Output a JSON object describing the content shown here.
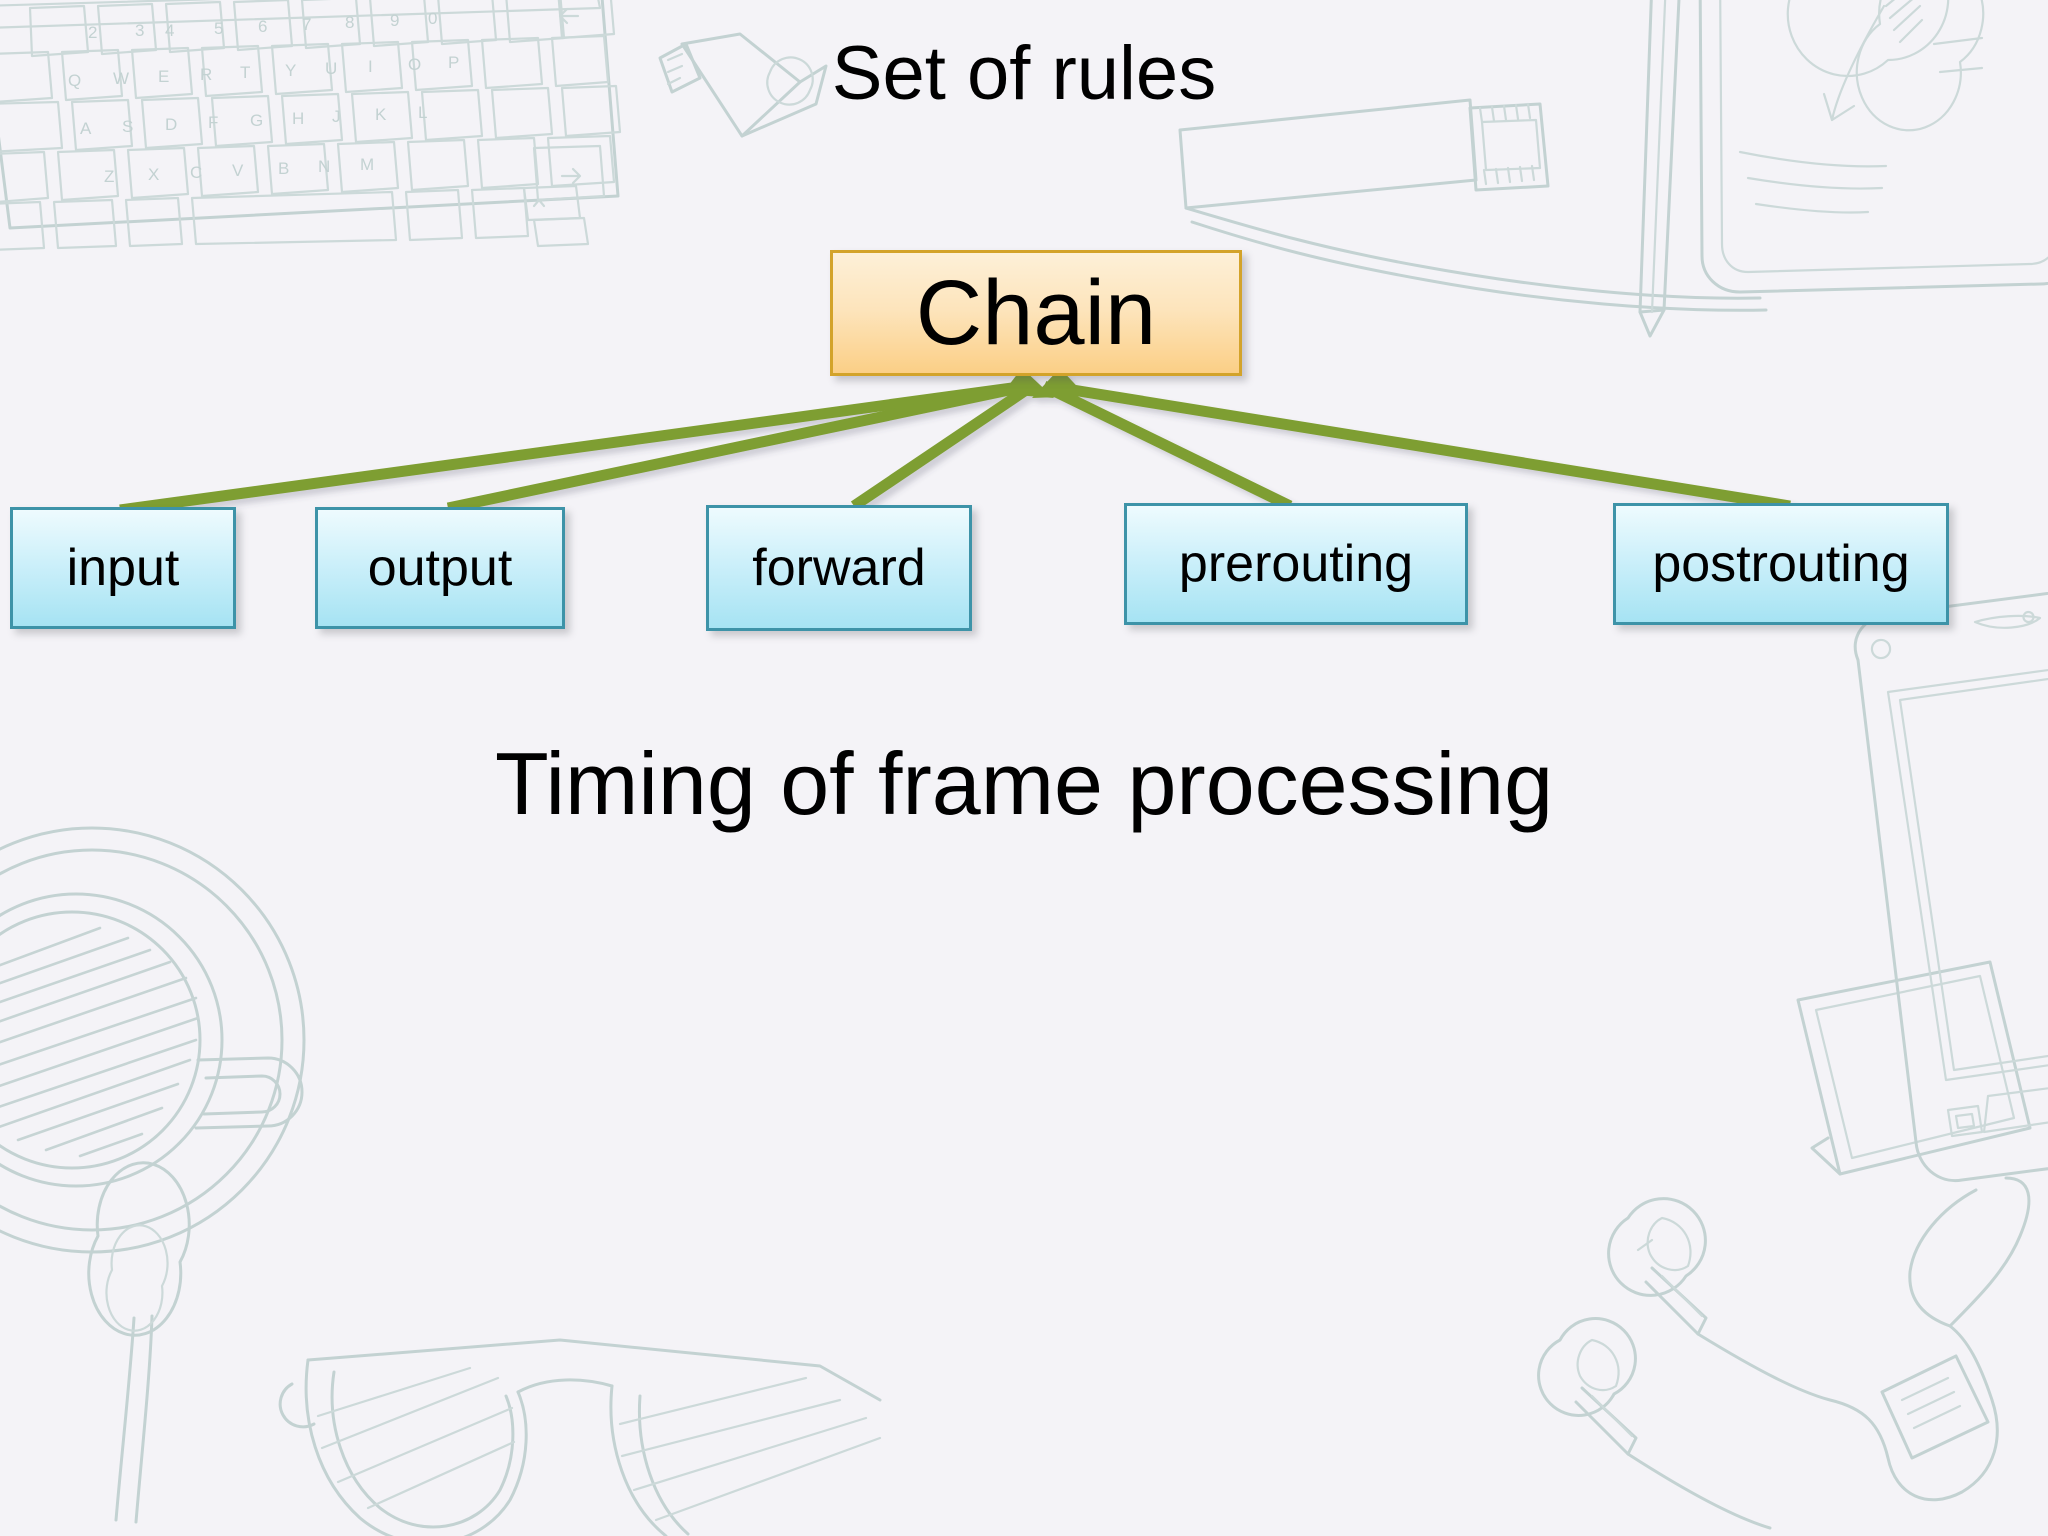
{
  "slide": {
    "background_color": "#f4f3f7",
    "title": "Set of rules",
    "caption": "Timing of frame processing"
  },
  "diagram": {
    "type": "hub-and-spoke",
    "center_node": {
      "label": "Chain",
      "fill_top": "#fdf0d8",
      "fill_bottom": "#fbcf86",
      "border_color": "#d3a32a"
    },
    "connector_color": "#7e9e31",
    "leaf_border_color": "#3d93a8",
    "leaf_fill_top": "#eefbfe",
    "leaf_fill_bottom": "#a6e3f3",
    "leaf_nodes": [
      {
        "label": "input"
      },
      {
        "label": "output"
      },
      {
        "label": "forward"
      },
      {
        "label": "prerouting"
      },
      {
        "label": "postrouting"
      }
    ]
  },
  "decorations": {
    "keyboard_keys_row_number": [
      "2",
      "3",
      "4",
      "5",
      "6",
      "7",
      "8",
      "9",
      "0"
    ],
    "keyboard_keys_row_top": [
      "Q",
      "W",
      "E",
      "R",
      "T",
      "Y",
      "U",
      "I",
      "O",
      "P"
    ],
    "keyboard_keys_row_home": [
      "A",
      "S",
      "D",
      "F",
      "G",
      "H",
      "J",
      "K",
      "L"
    ],
    "keyboard_keys_row_bottom": [
      "Z",
      "X",
      "C",
      "V",
      "B",
      "N",
      "M"
    ],
    "items": [
      "keyboard-sketch",
      "usb-stick-sketch",
      "usb-cable-sketch",
      "pencil-sketch",
      "notepad-sketch",
      "coffee-cup-sketch",
      "spoon-sketch",
      "sunglasses-sketch",
      "smartphone-sketch",
      "sticky-note-sketch",
      "earbuds-sketch"
    ],
    "stroke_color": "#c3d2d2"
  }
}
